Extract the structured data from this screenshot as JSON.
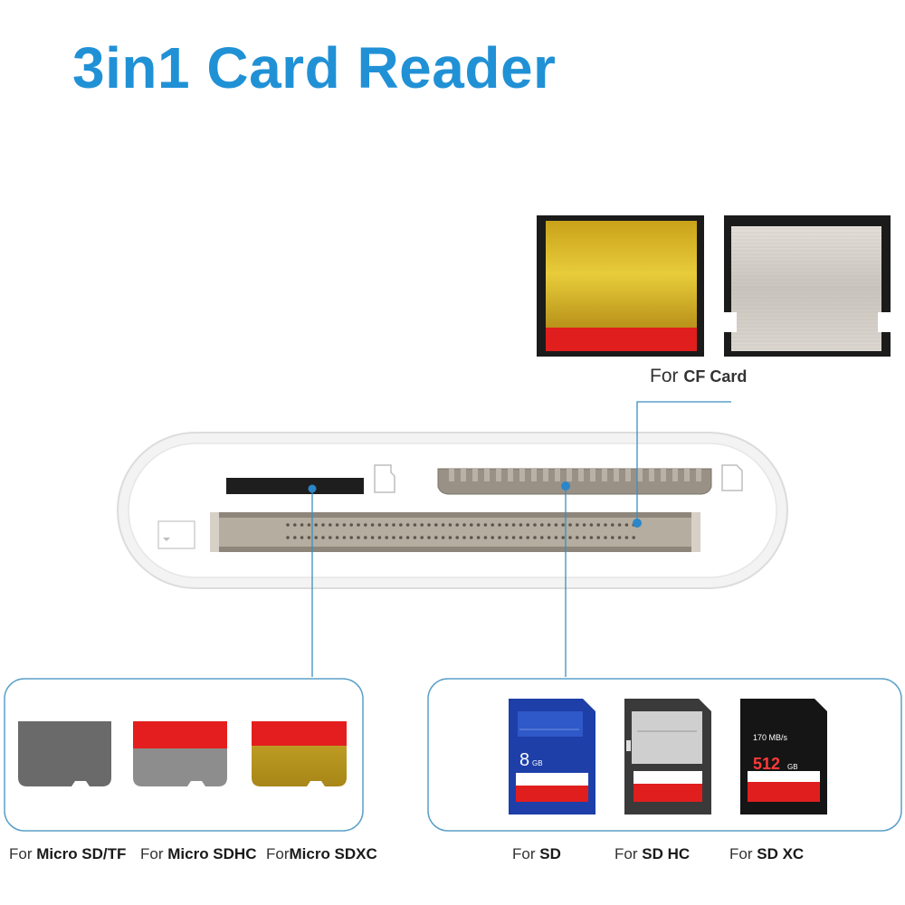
{
  "title": "3in1 Card Reader",
  "cf_label": {
    "prefix": "For",
    "name": "CF Card"
  },
  "micro_labels": [
    {
      "prefix": "For",
      "name": "Micro SD/TF"
    },
    {
      "prefix": "For",
      "name": "Micro SDHC"
    },
    {
      "prefix": "For",
      "name": "Micro SDXC"
    }
  ],
  "sd_labels": [
    {
      "prefix": "For",
      "name": "SD"
    },
    {
      "prefix": "For",
      "name": "SD HC"
    },
    {
      "prefix": "For",
      "name": "SD XC"
    }
  ],
  "sd_card_text": {
    "blue_capacity": "8",
    "blue_unit": "GB",
    "black_speed": "170 MB/s",
    "black_capacity": "512",
    "black_unit": "GB"
  },
  "colors": {
    "title": "#2191d6",
    "line": "#3a8ec2",
    "cf_gold": "#d8b520",
    "card_red": "#e01e1e",
    "sd_blue": "#1e3fa8"
  }
}
